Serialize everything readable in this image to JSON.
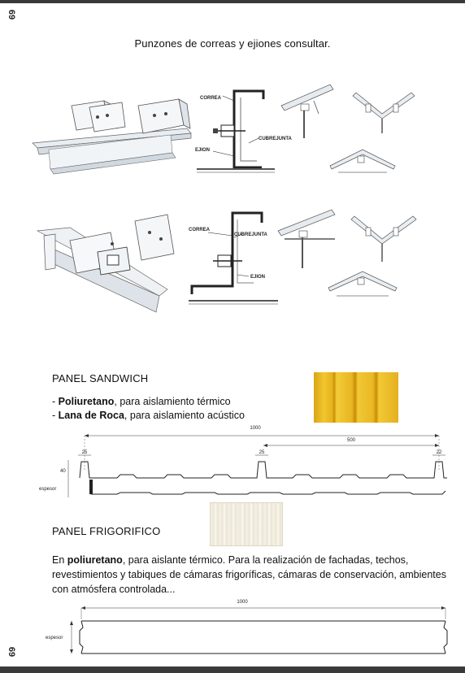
{
  "page_number": "69",
  "heading": "Punzones de correas y ejiones consultar.",
  "diagram1": {
    "label_correa": "CORREA",
    "label_cubrejunta": "CUBREJUNTA",
    "label_ejion": "EJION"
  },
  "diagram2": {
    "label_correa": "CORREA",
    "label_cubrejunta": "CUBREJUNTA",
    "label_ejion": "EJION"
  },
  "panel_sandwich": {
    "title": "PANEL SANDWICH",
    "bullet1_prefix": "- ",
    "bullet1_bold": "Poliuretano",
    "bullet1_rest": ", para aislamiento térmico",
    "bullet2_prefix": "- ",
    "bullet2_bold": "Lana de Roca",
    "bullet2_rest": ", para aislamiento acústico",
    "dim_total": "1000",
    "dim_span": "500",
    "dim_rib_left": "25",
    "dim_rib_mid": "25",
    "dim_rib_right": "22",
    "dim_height": "40",
    "dim_espesor": "espesor"
  },
  "panel_frigorifico": {
    "title": "PANEL FRIGORIFICO",
    "para_prefix": "En ",
    "para_bold": "poliuretano",
    "para_rest": ", para aislante térmico. Para la realización de fachadas, techos, revestimientos y tabiques de cámaras frigoríficas, cámaras de conservación, ambientes con atmósfera controlada...",
    "dim_total": "1000",
    "dim_espesor": "espesor"
  }
}
